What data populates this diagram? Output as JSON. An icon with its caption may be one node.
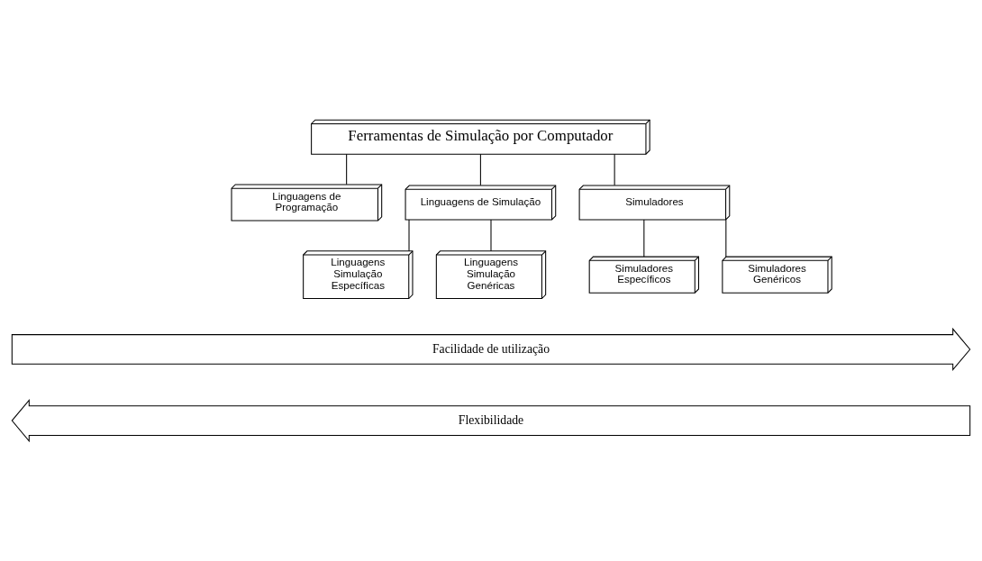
{
  "diagram": {
    "nodes": [
      {
        "text": [
          "Ferramentas de Simulação por Computador"
        ]
      },
      {
        "text": [
          "Linguagens de Programação"
        ]
      },
      {
        "text": [
          "Linguagens de Simulação"
        ]
      },
      {
        "text": [
          "Simuladores"
        ]
      },
      {
        "text": [
          "Linguagens Simulação Específicas"
        ]
      },
      {
        "text": [
          "Linguagens Simulação Genéricas"
        ]
      },
      {
        "text": [
          "Simuladores Específicos"
        ]
      },
      {
        "text": [
          "Simuladores Genéricos"
        ]
      },
      {
        "text": [
          "Facilidade de utilização"
        ]
      },
      {
        "text": [
          "Flexibilidade"
        ]
      }
    ],
    "edges": [
      {
        "from": 0,
        "to": 1,
        "arrow": "none"
      },
      {
        "from": 0,
        "to": 2,
        "arrow": "none"
      },
      {
        "from": 0,
        "to": 3,
        "arrow": "none"
      },
      {
        "from": 2,
        "to": 4,
        "arrow": "none"
      },
      {
        "from": 2,
        "to": 5,
        "arrow": "none"
      },
      {
        "from": 3,
        "to": 6,
        "arrow": "none"
      },
      {
        "from": 3,
        "to": 7,
        "arrow": "none"
      }
    ]
  }
}
